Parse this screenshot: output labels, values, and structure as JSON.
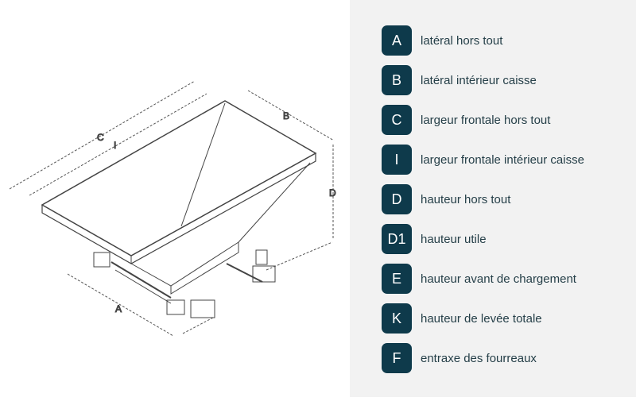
{
  "diagram": {
    "dimension_letters": [
      "C",
      "I",
      "B",
      "D",
      "A"
    ]
  },
  "legend": [
    {
      "key": "A",
      "text": "latéral hors tout"
    },
    {
      "key": "B",
      "text": "latéral intérieur caisse"
    },
    {
      "key": "C",
      "text": "largeur frontale hors tout"
    },
    {
      "key": "I",
      "text": "largeur frontale intérieur caisse"
    },
    {
      "key": "D",
      "text": "hauteur hors tout"
    },
    {
      "key": "D1",
      "text": "hauteur utile"
    },
    {
      "key": "E",
      "text": "hauteur avant de chargement"
    },
    {
      "key": "K",
      "text": "hauteur de levée totale"
    },
    {
      "key": "F",
      "text": "entraxe des fourreaux"
    }
  ],
  "colors": {
    "badge": "#0e3a4b",
    "panel": "#f2f2f2"
  }
}
